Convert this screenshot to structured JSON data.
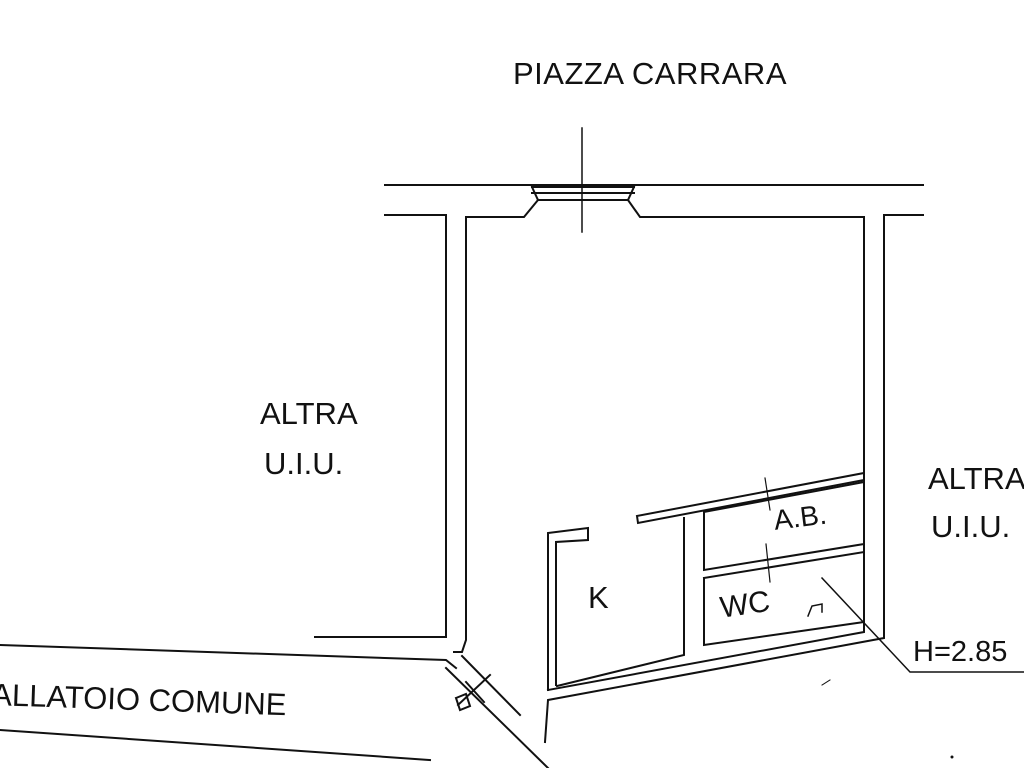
{
  "labels": {
    "street": "PIAZZA  CARRARA",
    "left_unit_line1": "ALTRA",
    "left_unit_line2": "U.I.U.",
    "right_unit_line1": "ALTRA",
    "right_unit_line2": "U.I.U.",
    "corridor": "ALLATOIO  COMUNE",
    "kitchen": "K",
    "storage": "A.B.",
    "bathroom": "WC",
    "height": "H=2.85"
  }
}
